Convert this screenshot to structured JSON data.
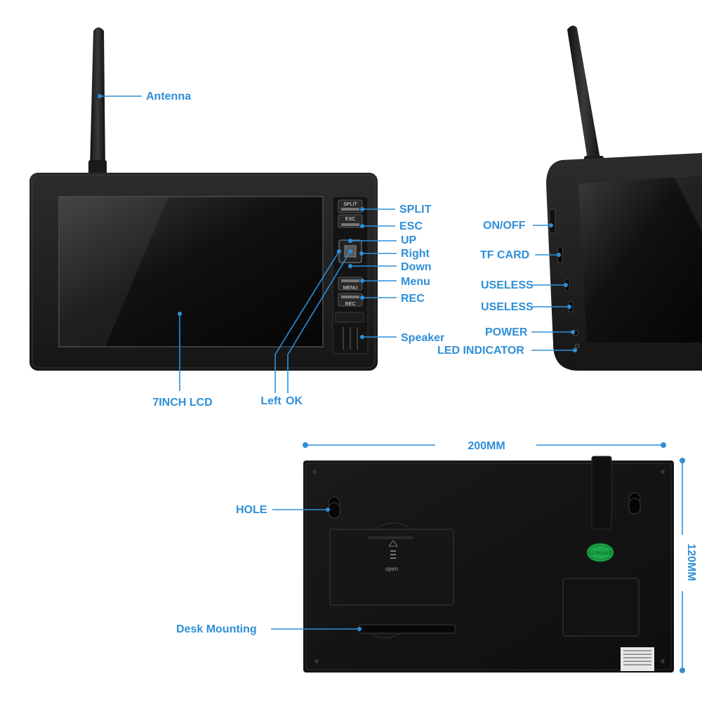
{
  "labels": {
    "antenna": "Antenna",
    "split": "SPLIT",
    "esc": "ESC",
    "up": "UP",
    "right": "Right",
    "down": "Down",
    "menu": "Menu",
    "rec": "REC",
    "speaker": "Speaker",
    "lcd": "7INCH LCD",
    "left": "Left",
    "ok": "OK",
    "on_off": "ON/OFF",
    "tf_card": "TF CARD",
    "useless_1": "USELESS",
    "useless_2": "USELESS",
    "power": "POWER",
    "led_indicator": "LED INDICATOR",
    "width_dim": "200MM",
    "height_dim": "120MM",
    "hole": "HOLE",
    "desk_mounting": "Desk Mounting"
  },
  "device_buttons": {
    "split": "SPLIT",
    "esc": "ESC",
    "menu": "MENU",
    "rec": "REC"
  },
  "back_panel": {
    "battery_text": "open",
    "cc_badge": "CC PASSED"
  },
  "colors": {
    "accent": "#2e8fd8",
    "device_body": "#1c1c1c",
    "cc_badge": "#1fa64a"
  }
}
